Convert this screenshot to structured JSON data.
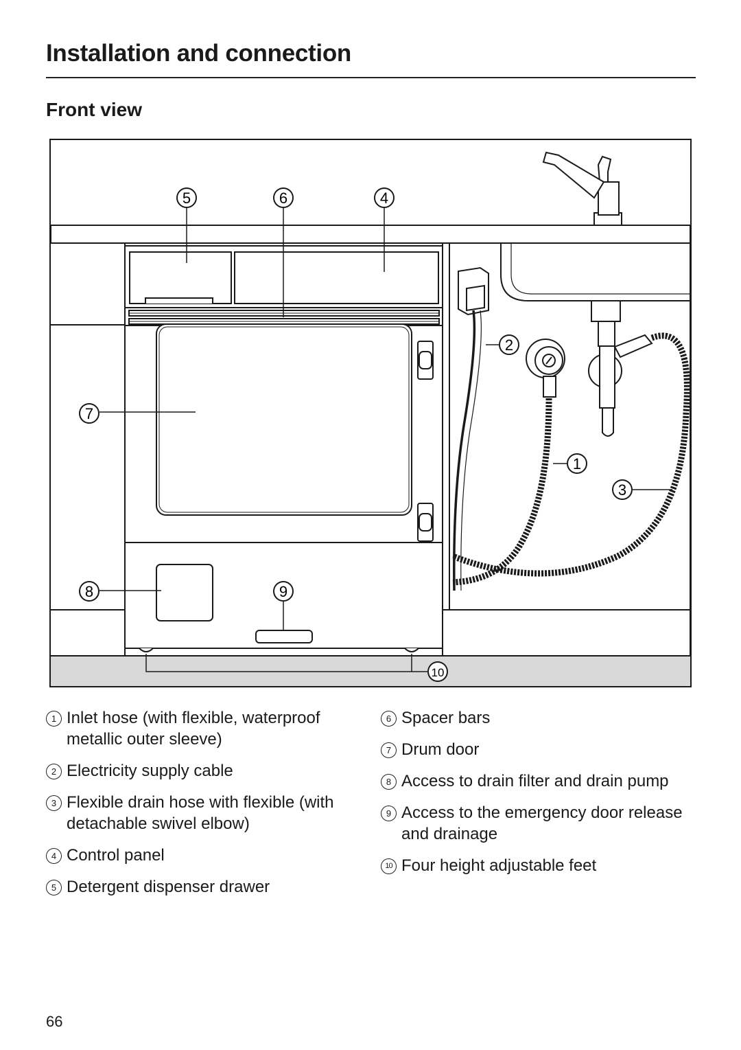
{
  "header": {
    "title": "Installation and connection",
    "section": "Front view"
  },
  "diagram": {
    "callouts": [
      "1",
      "2",
      "3",
      "4",
      "5",
      "6",
      "7",
      "8",
      "9",
      "10"
    ]
  },
  "legend": {
    "left": [
      {
        "num": "1",
        "text": "Inlet hose (with flexible, waterproof metallic outer sleeve)"
      },
      {
        "num": "2",
        "text": "Electricity supply cable"
      },
      {
        "num": "3",
        "text": "Flexible drain hose with flexible (with detachable swivel elbow)"
      },
      {
        "num": "4",
        "text": "Control panel"
      },
      {
        "num": "5",
        "text": "Detergent dispenser drawer"
      }
    ],
    "right": [
      {
        "num": "6",
        "text": "Spacer bars"
      },
      {
        "num": "7",
        "text": "Drum door"
      },
      {
        "num": "8",
        "text": "Access to drain filter and drain pump"
      },
      {
        "num": "9",
        "text": "Access to the emergency door release and drainage"
      },
      {
        "num": "10",
        "text": "Four height adjustable feet"
      }
    ]
  },
  "footer": {
    "page_number": "66"
  }
}
